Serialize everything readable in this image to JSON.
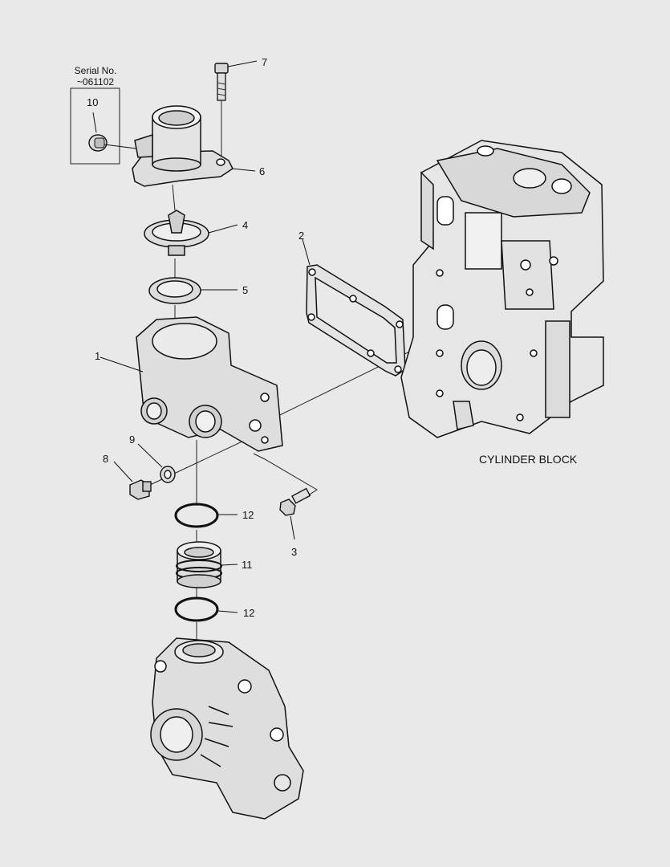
{
  "diagram": {
    "serial_note": {
      "line1": "Serial No.",
      "line2": "~061102"
    },
    "caption": "CYLINDER BLOCK",
    "callouts": {
      "c1": "1",
      "c2": "2",
      "c3": "3",
      "c4": "4",
      "c5": "5",
      "c6": "6",
      "c7": "7",
      "c8": "8",
      "c9": "9",
      "c10": "10",
      "c11": "11",
      "c12a": "12",
      "c12b": "12"
    }
  }
}
